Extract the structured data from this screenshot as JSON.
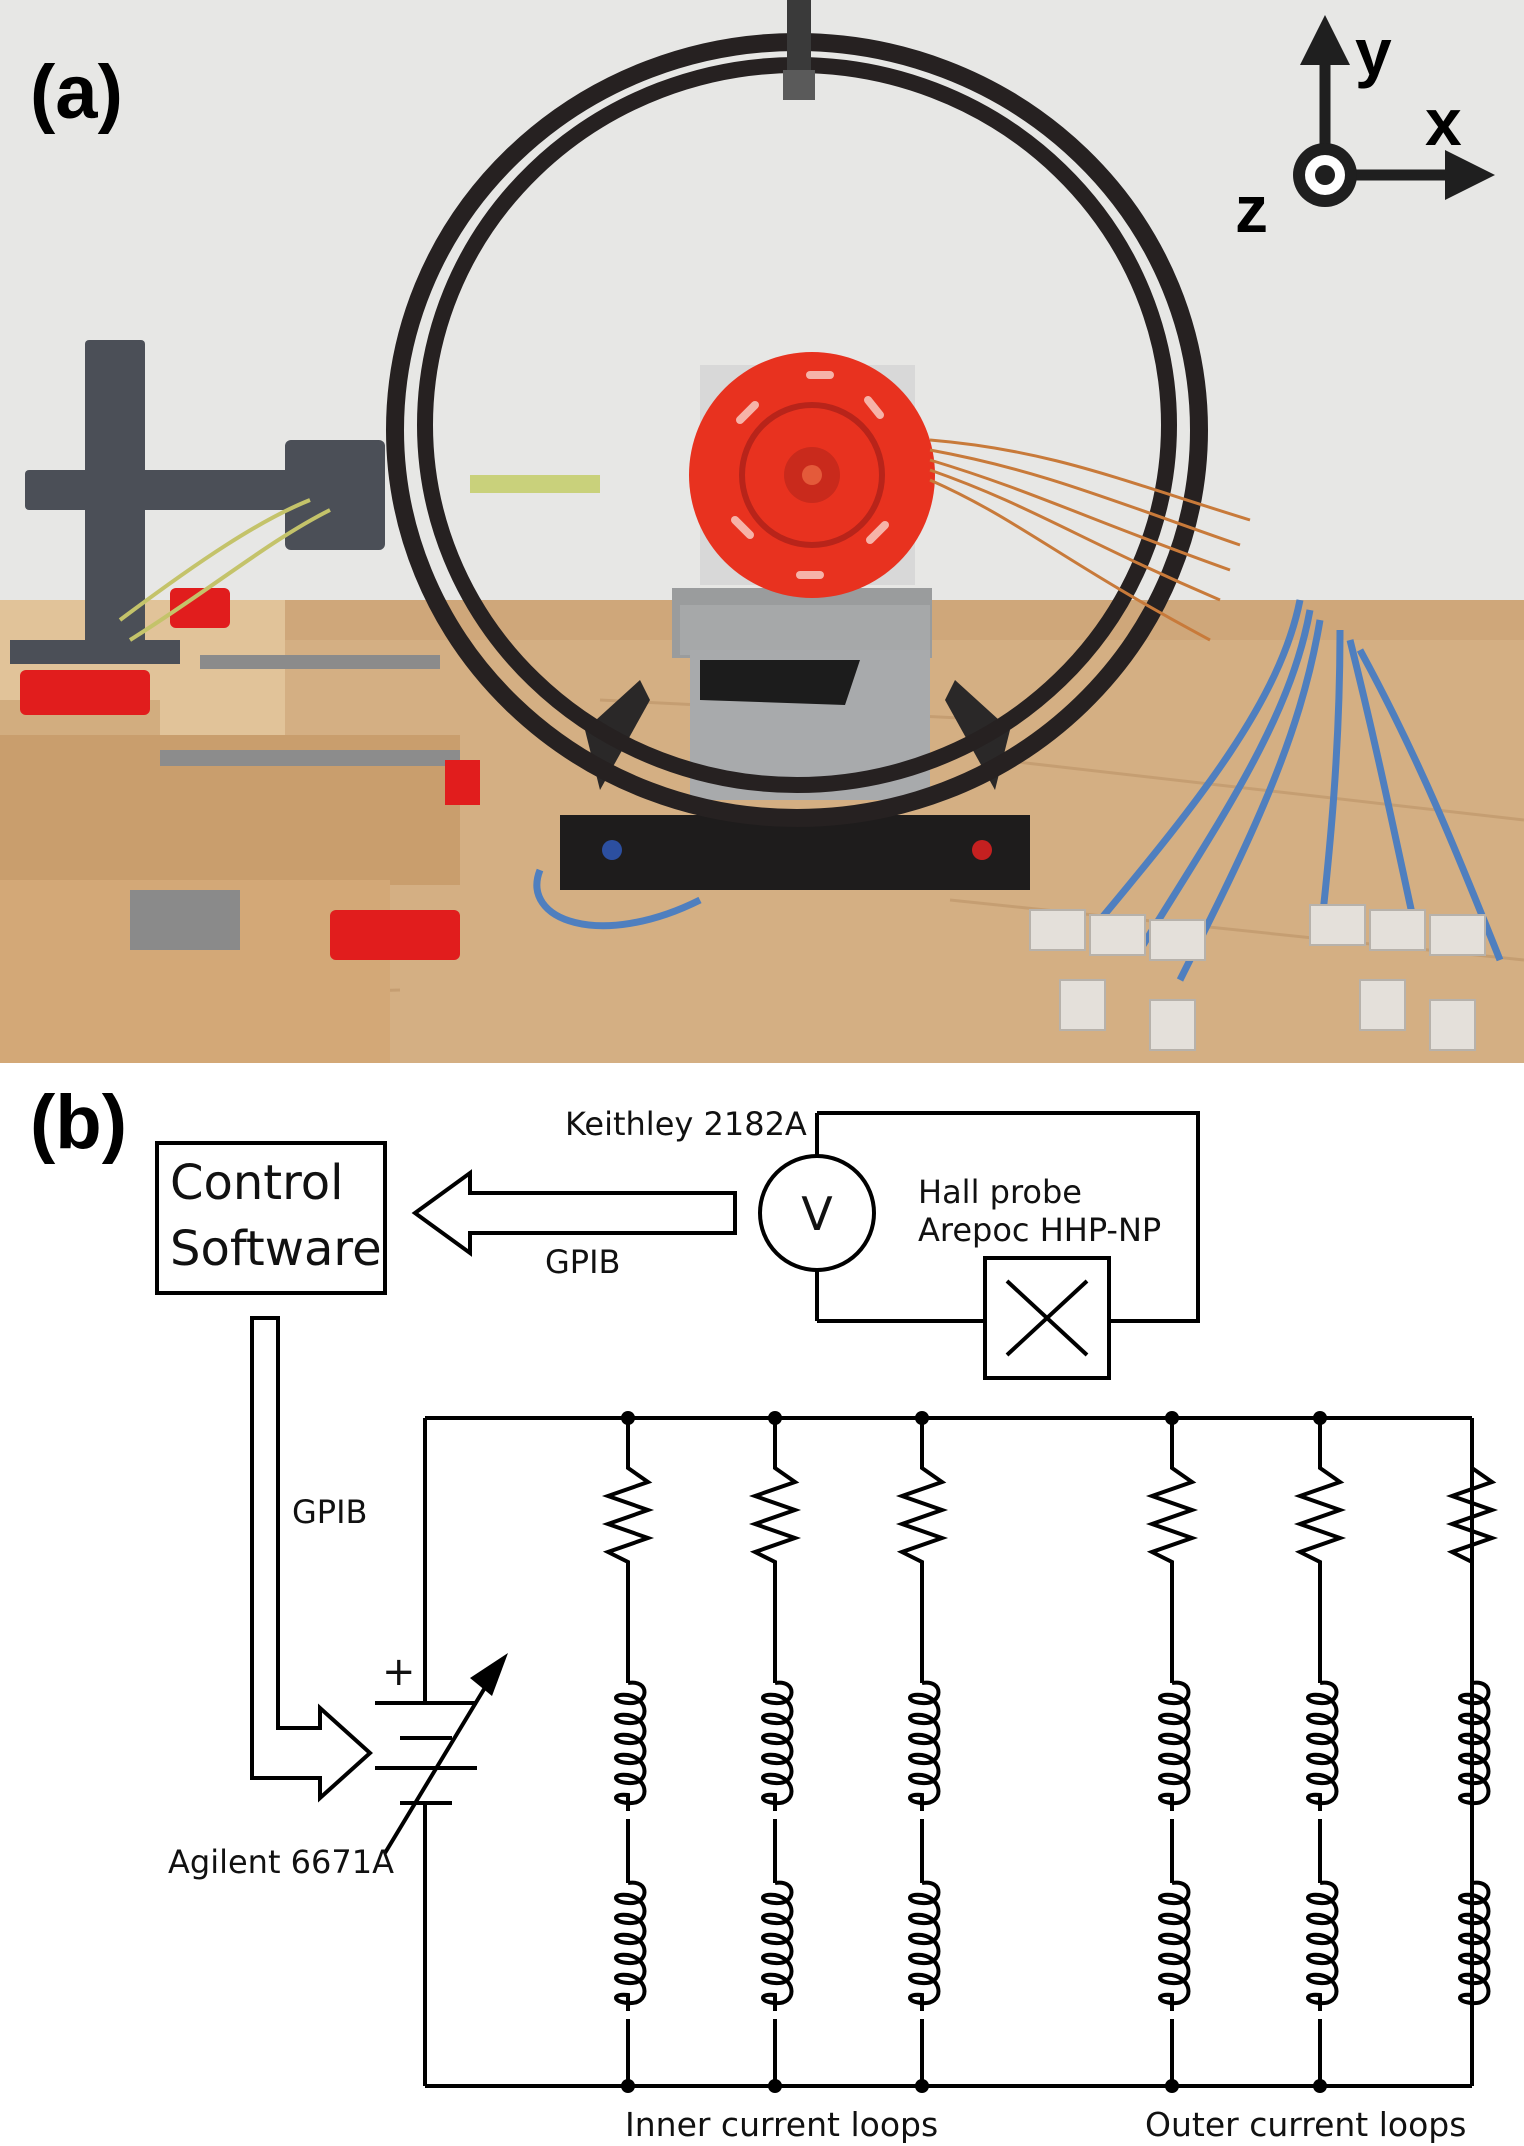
{
  "panel_a": {
    "label": "(a)",
    "axes": {
      "y": "y",
      "x": "x",
      "z": "z"
    }
  },
  "panel_b": {
    "label": "(b)",
    "control_box": {
      "line1": "Control",
      "line2": "Software"
    },
    "voltmeter": {
      "name": "Keithley 2182A",
      "symbol": "V"
    },
    "hall_probe": {
      "line1": "Hall probe",
      "line2": "Arepoc HHP-NP"
    },
    "gpib_horizontal": "GPIB",
    "gpib_vertical": "GPIB",
    "power_supply": {
      "name": "Agilent 6671A",
      "plus": "+"
    },
    "inner_loops_label": "Inner current loops",
    "outer_loops_label": "Outer current loops"
  },
  "colors": {
    "wall": "#e6e6e4",
    "wood": "#d9b68a",
    "coil_frame": "#262121",
    "sphere": "#e8321f",
    "mount_red": "#e11d1d",
    "cable_blue": "#4f7fbf"
  }
}
